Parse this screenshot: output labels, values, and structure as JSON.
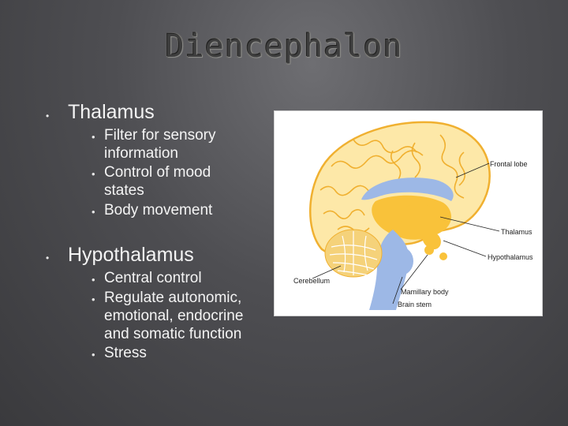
{
  "slide": {
    "title": "Diencephalon",
    "sections": [
      {
        "heading": "Thalamus",
        "items": [
          "Filter for sensory\ninformation",
          "Control of mood\nstates",
          "Body movement"
        ]
      },
      {
        "heading": "Hypothalamus",
        "items": [
          "Central control",
          "Regulate autonomic,\nemotional, endocrine\nand somatic function",
          "Stress"
        ]
      }
    ]
  },
  "figure": {
    "labels": {
      "frontal_lobe": "Frontal lobe",
      "thalamus": "Thalamus",
      "hypothalamus": "Hypothalamus",
      "cerebellum": "Cerebellum",
      "mamillary_body": "Mamillary body",
      "brain_stem": "Brain stem"
    },
    "colors": {
      "cortex": "#fde8a8",
      "cortex_outline": "#f0b030",
      "diencephalon": "#f9c23a",
      "brainstem": "#9db8e6",
      "cerebellum": "#f5d27a"
    }
  }
}
